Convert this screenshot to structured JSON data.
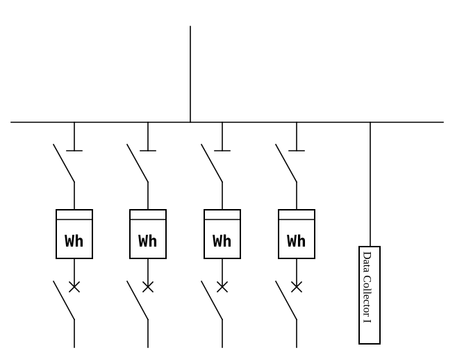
{
  "diagram": {
    "meter_label": "Wh",
    "feeder_count": 4,
    "collector_label": "Data Collector I",
    "colors": {
      "line": "#000000",
      "background": "#ffffff"
    }
  }
}
